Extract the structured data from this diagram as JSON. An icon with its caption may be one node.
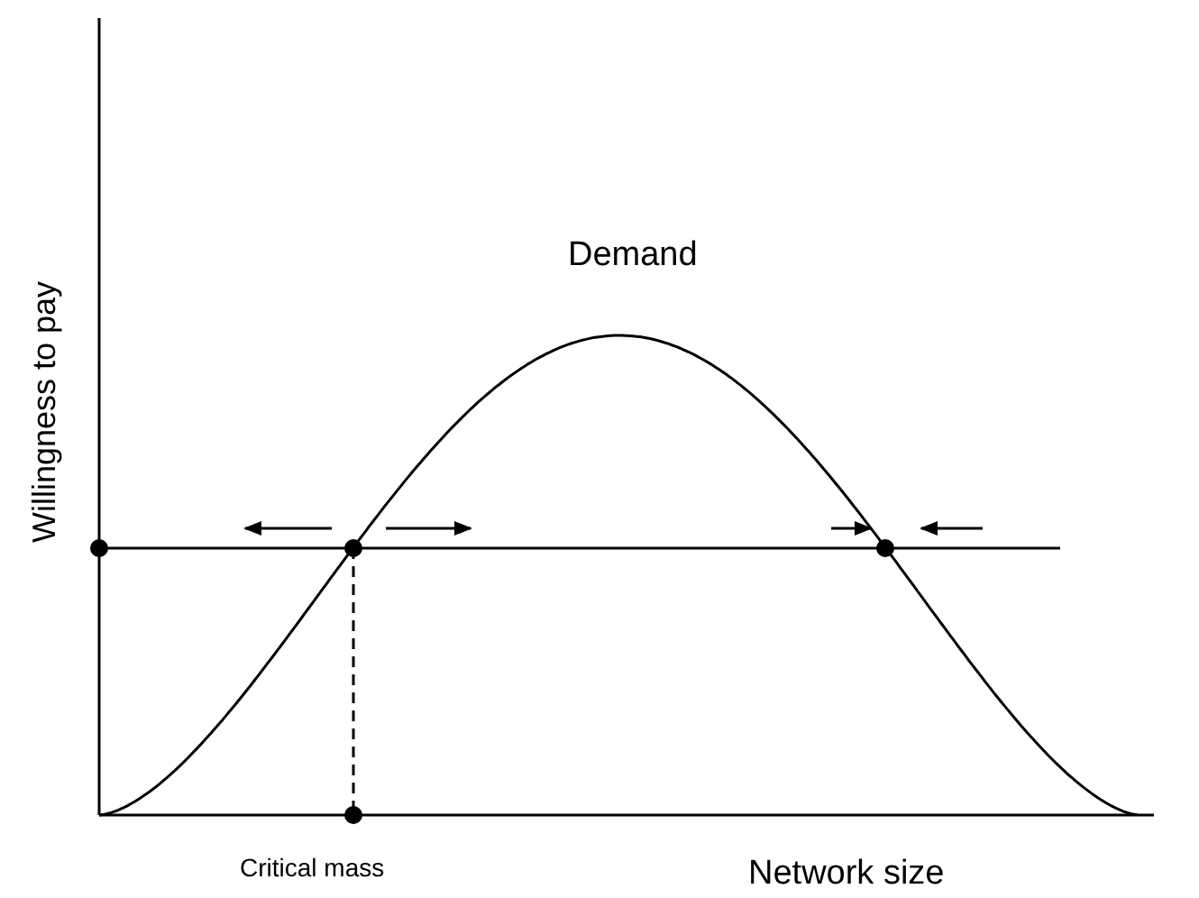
{
  "diagram": {
    "labels": [
      "Willingness to pay",
      "Demand",
      "Critical mass",
      "Network size"
    ]
  }
}
